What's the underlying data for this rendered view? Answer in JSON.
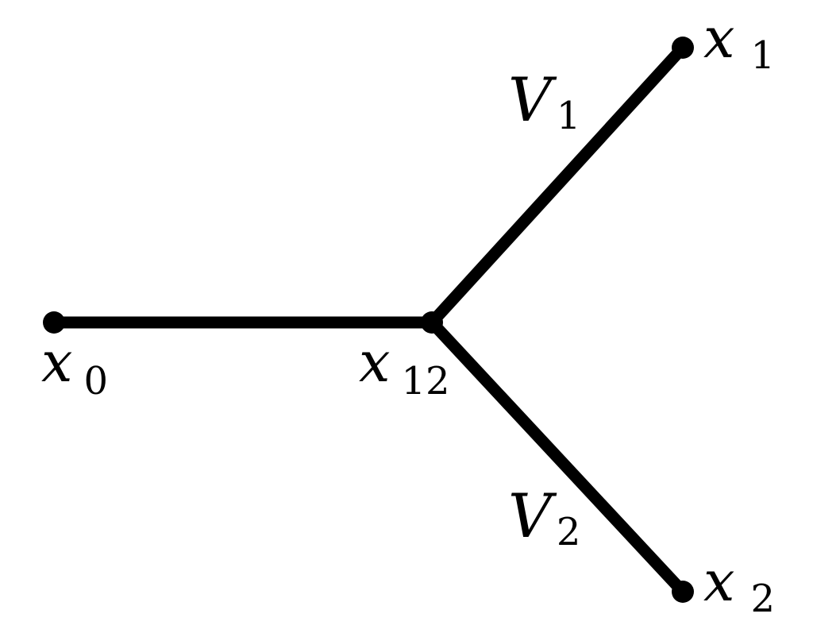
{
  "nodes": {
    "x0": {
      "symbol": "x",
      "subscript": "0"
    },
    "x12": {
      "symbol": "x",
      "subscript": "12"
    },
    "x1": {
      "symbol": "x",
      "subscript": "1"
    },
    "x2": {
      "symbol": "x",
      "subscript": "2"
    }
  },
  "edges": {
    "v1": {
      "symbol": "V",
      "subscript": "1"
    },
    "v2": {
      "symbol": "V",
      "subscript": "2"
    }
  },
  "colors": {
    "stroke": "#000000",
    "background": "#ffffff"
  }
}
